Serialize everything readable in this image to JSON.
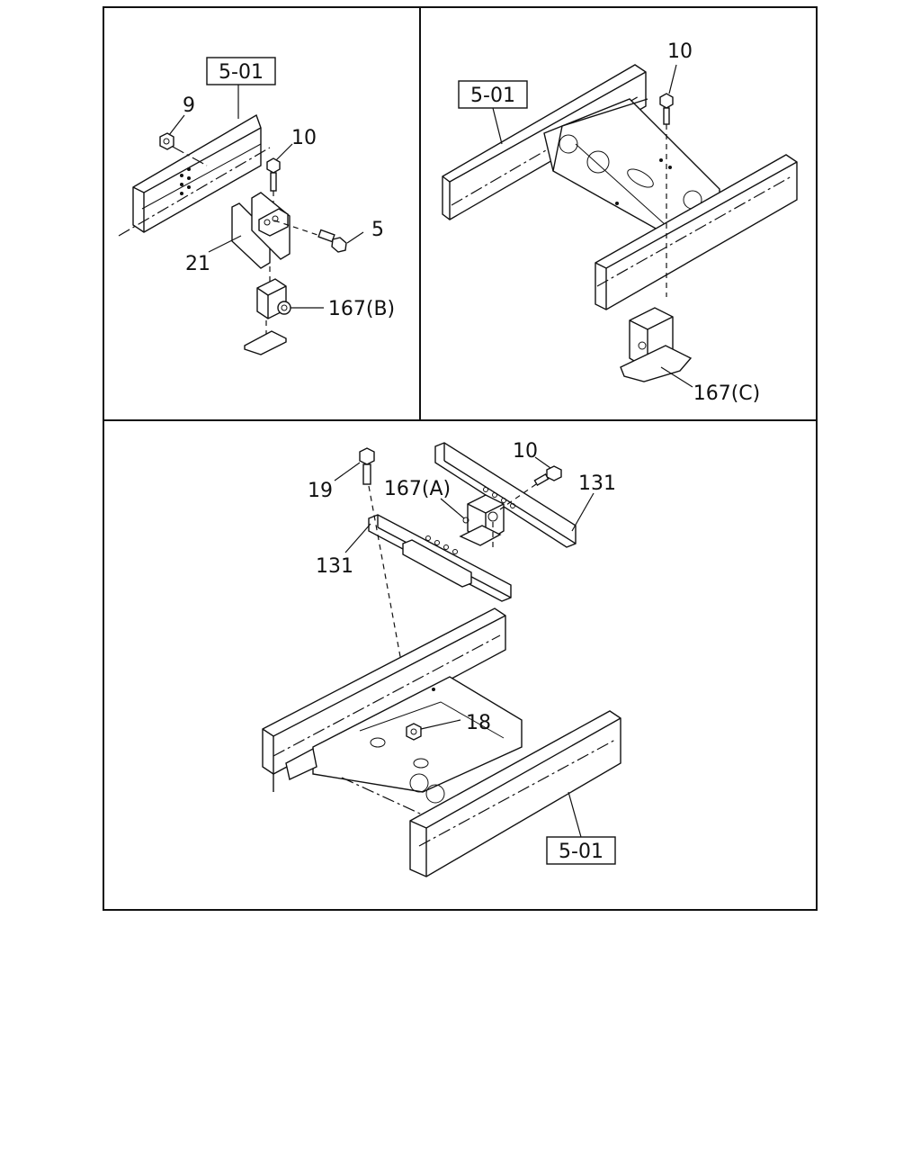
{
  "diagram": {
    "panel_top_left": {
      "frame_ref": "5-01",
      "callouts": [
        "9",
        "10",
        "5",
        "21",
        "167(B)"
      ]
    },
    "panel_top_right": {
      "frame_ref": "5-01",
      "callouts": [
        "10",
        "167(C)"
      ]
    },
    "panel_bottom": {
      "frame_ref": "5-01",
      "callouts": [
        "19",
        "167(A)",
        "10",
        "131",
        "131",
        "18"
      ]
    }
  }
}
